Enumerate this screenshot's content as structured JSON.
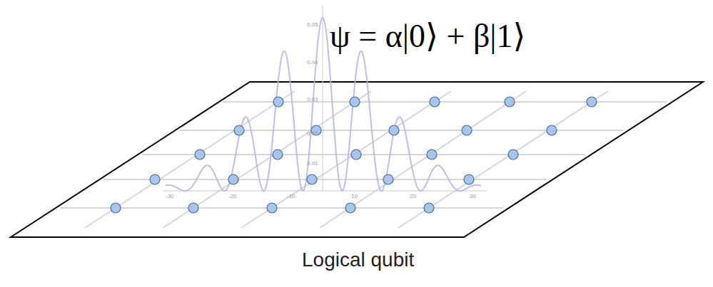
{
  "diagram": {
    "caption": "Logical qubit",
    "labels": [
      "ψ = α|0⟩ + β|1⟩",
      "0.05",
      "0.04",
      "0.03",
      "0.02",
      "0.01",
      "-30",
      "-20",
      "-10",
      "10",
      "20",
      "30"
    ]
  }
}
